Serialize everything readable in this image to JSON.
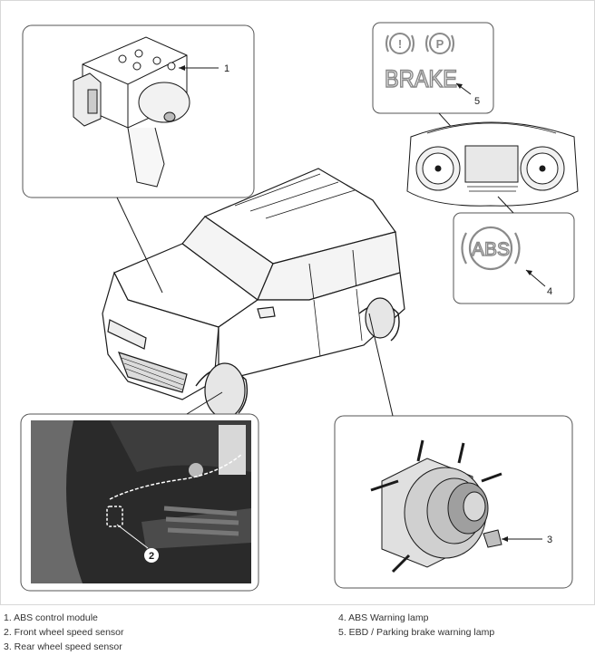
{
  "callouts": [
    "1",
    "2",
    "3",
    "4",
    "5"
  ],
  "lamps": {
    "brake_text": "BRAKE",
    "abs_text": "ABS",
    "p_symbol": "P",
    "exclaim_symbol": "!"
  },
  "captions": {
    "left": [
      "1. ABS control module",
      "2. Front wheel speed sensor",
      "3. Rear wheel speed sensor"
    ],
    "right": [
      "4. ABS Warning lamp",
      "5. EBD / Parking brake warning lamp"
    ]
  },
  "colors": {
    "line": "#1a1a1a",
    "box_border": "#555555",
    "lamp_gray": "#8a8a8a",
    "photo_dark": "#2a2a2a"
  }
}
